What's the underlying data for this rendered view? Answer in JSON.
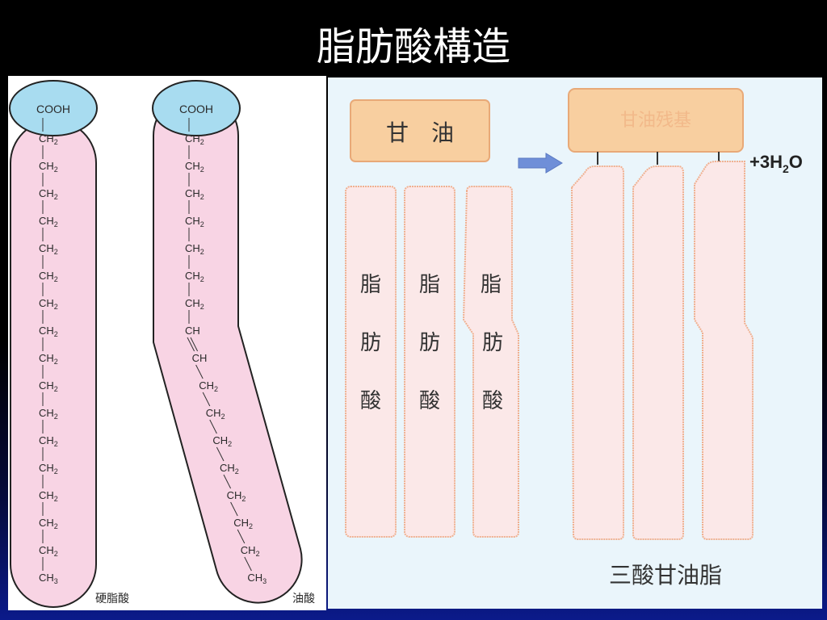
{
  "slide": {
    "title": "脂肪酸構造"
  },
  "left_panel": {
    "stearic_acid": {
      "label": "硬脂酸",
      "head": "COOH",
      "chain": [
        "CH2",
        "CH2",
        "CH2",
        "CH2",
        "CH2",
        "CH2",
        "CH2",
        "CH2",
        "CH2",
        "CH2",
        "CH2",
        "CH2",
        "CH2",
        "CH2",
        "CH2",
        "CH2",
        "CH3"
      ]
    },
    "oleic_acid": {
      "label": "油酸",
      "head": "COOH",
      "chain": [
        "CH2",
        "CH2",
        "CH2",
        "CH2",
        "CH2",
        "CH2",
        "CH2",
        "CH",
        "CH",
        "CH2",
        "CH2",
        "CH2",
        "CH2",
        "CH2",
        "CH2",
        "CH2",
        "CH3"
      ]
    }
  },
  "right_panel": {
    "glycerol_label": "甘　油",
    "fatty_acid_label": [
      "脂",
      "肪",
      "酸"
    ],
    "water_prefix": "+3H",
    "water_sub": "2",
    "water_suffix": "O",
    "product_label": "三酸甘油脂",
    "faded_text": "甘油残基"
  },
  "colors": {
    "cooh_head": "#a8dcf0",
    "chain_body": "#f8d4e4",
    "glycerol_box": "#f8cfa0",
    "acid_column": "#fbe8e8",
    "arrow": "#6f8fd8"
  }
}
